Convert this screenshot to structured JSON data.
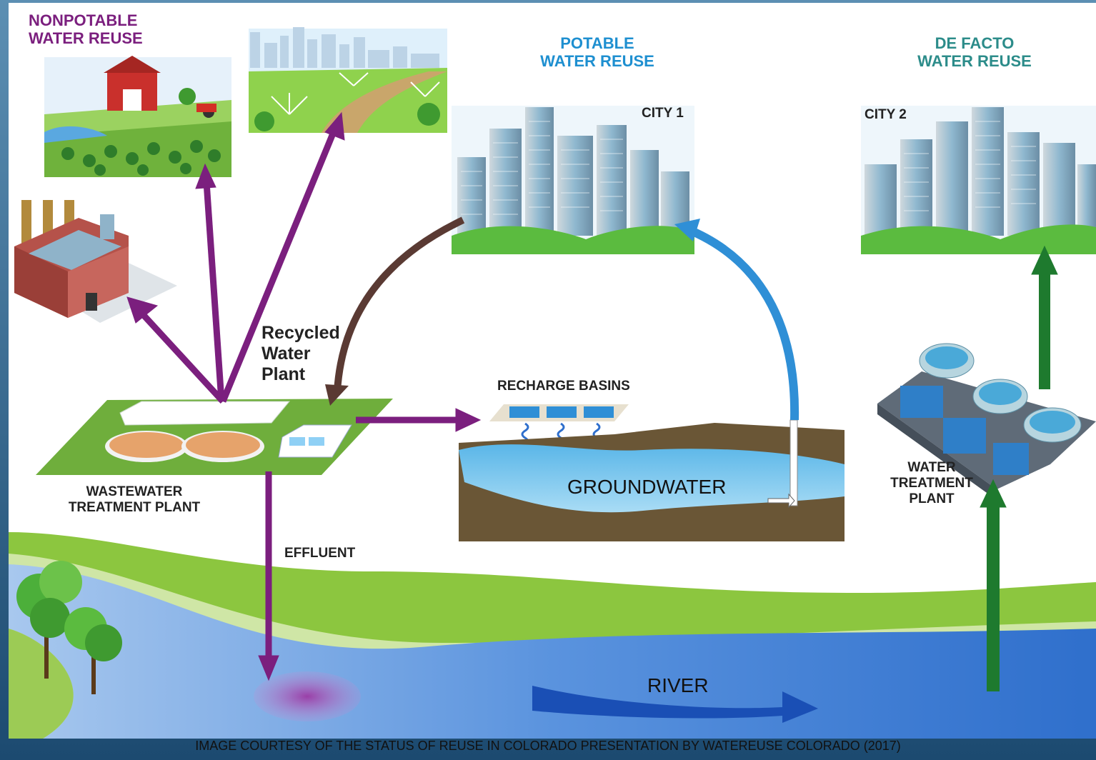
{
  "labels": {
    "nonpotable_line1": "NONPOTABLE",
    "nonpotable_line2": "WATER REUSE",
    "potable_line1": "POTABLE",
    "potable_line2": "WATER REUSE",
    "defacto_line1": "DE FACTO",
    "defacto_line2": "WATER REUSE",
    "city1": "CITY 1",
    "city2": "CITY 2",
    "recycled_line1": "Recycled",
    "recycled_line2": "Water",
    "recycled_line3": "Plant",
    "recharge_basins": "RECHARGE BASINS",
    "groundwater": "GROUNDWATER",
    "wastewater_line1": "WASTEWATER",
    "wastewater_line2": "TREATMENT PLANT",
    "effluent": "EFFLUENT",
    "water_treatment_line1": "WATER",
    "water_treatment_line2": "TREATMENT",
    "water_treatment_line3": "PLANT",
    "river": "RIVER"
  },
  "credit": "IMAGE COURTESY OF THE STATUS OF REUSE IN COLORADO PRESENTATION BY WATEREUSE COLORADO  (2017)",
  "colors": {
    "nonpotable_arrows": "#7b1f7e",
    "city_return_arrow": "#5a3a33",
    "groundwater_pipe": "#2f8fd6",
    "defacto_arrows": "#1e7a2e",
    "river": "#3f86d6",
    "grass": "#8cc63f"
  }
}
